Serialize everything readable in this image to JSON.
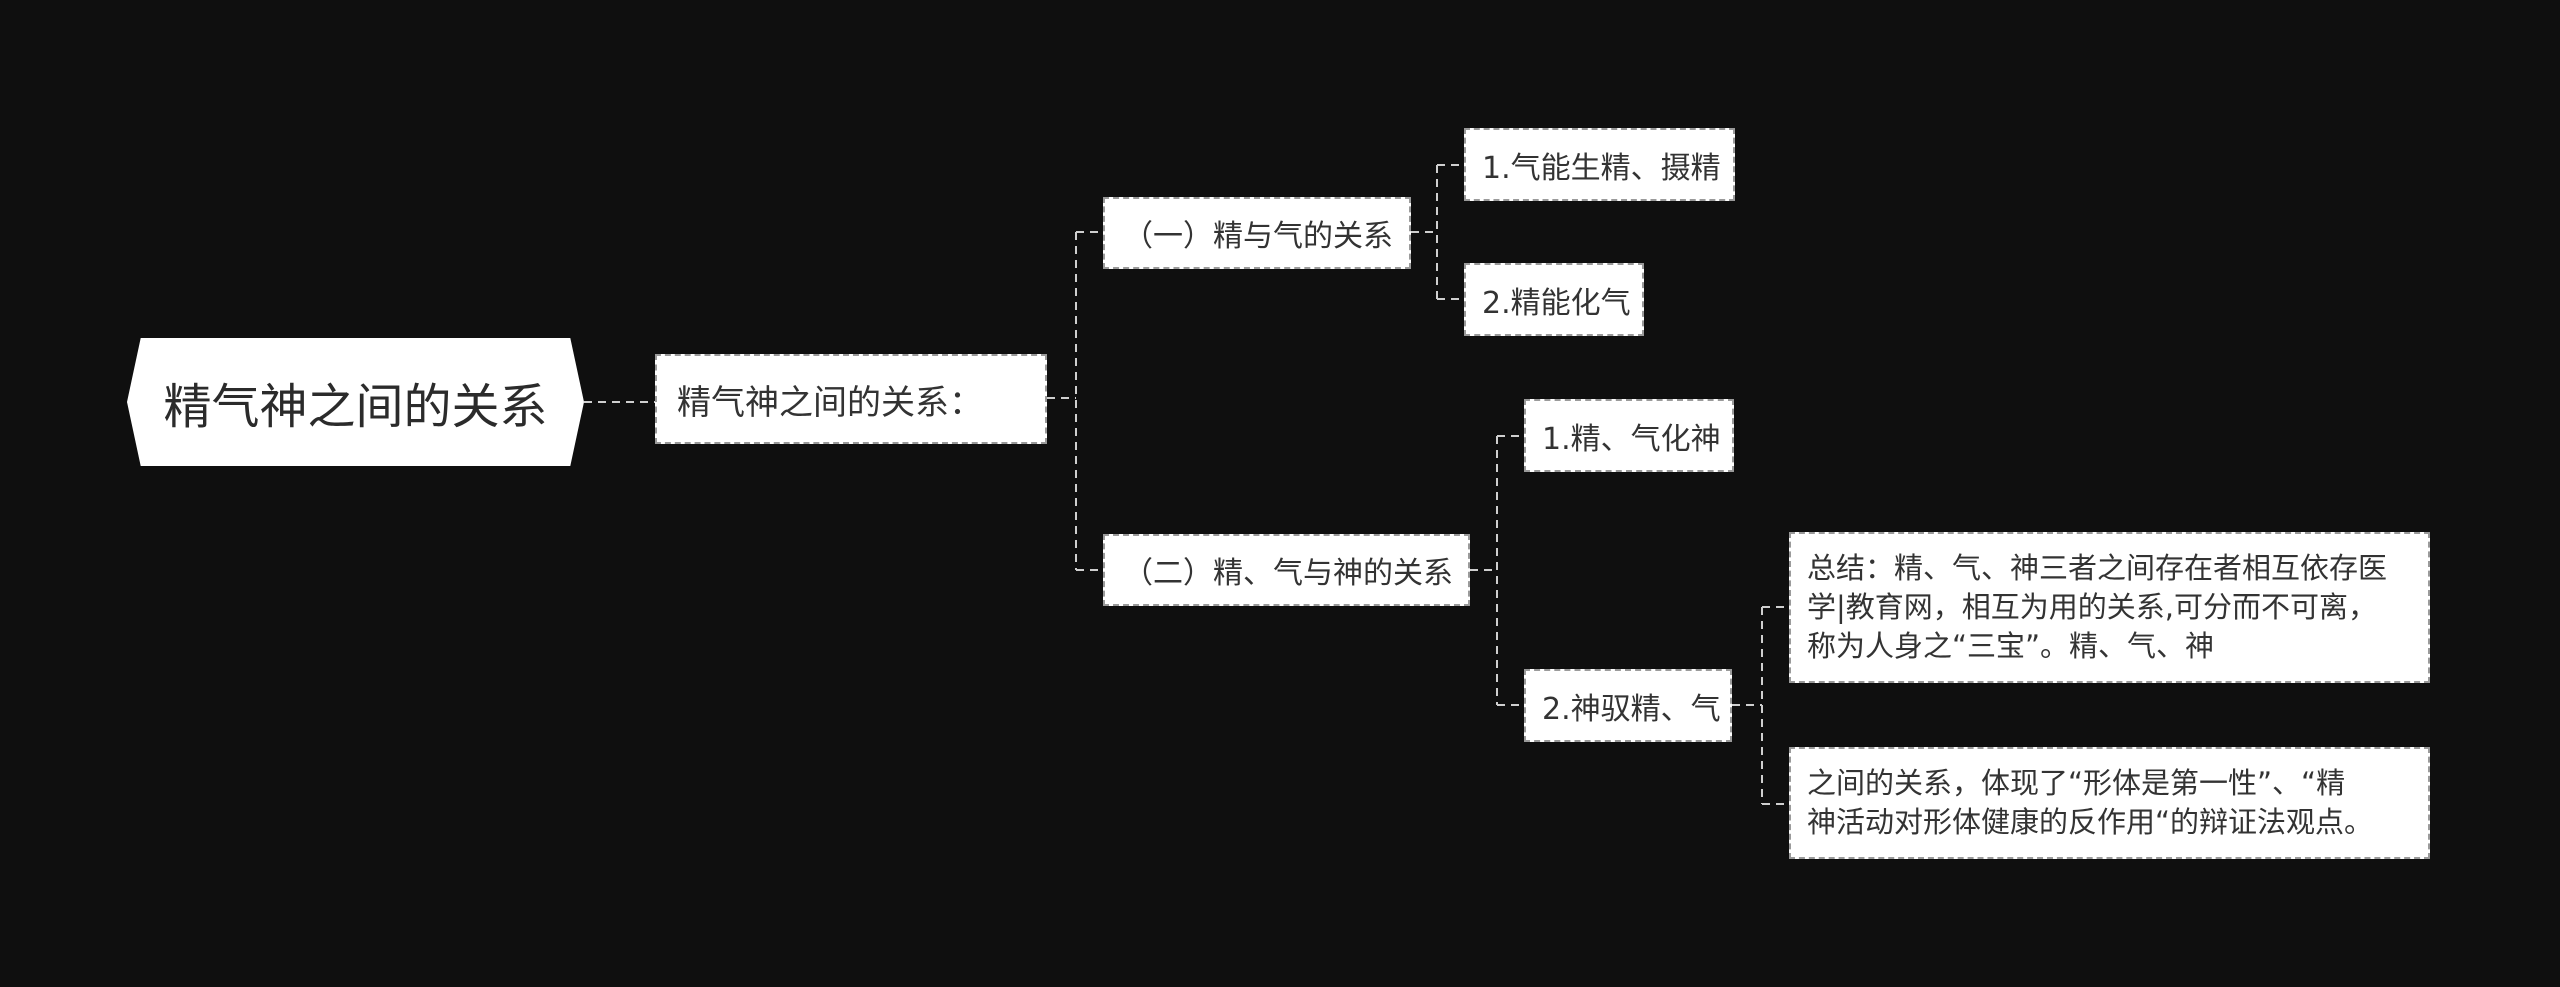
{
  "root": {
    "title": "精气神之间的关系"
  },
  "level1": {
    "label": "精气神之间的关系："
  },
  "branches": [
    {
      "label": "（一）精与气的关系",
      "children": [
        "1.气能生精、摄精",
        "2.精能化气"
      ]
    },
    {
      "label": "（二）精、气与神的关系",
      "children": [
        "1.精、气化神",
        "2.神驭精、气"
      ]
    }
  ],
  "notes": {
    "summary": [
      "总结：精、气、神三者之间存在者相互依存医",
      "学|教育网，相互为用的关系,可分而不可离，",
      "称为人身之“三宝”。精、气、神"
    ],
    "conclusion": [
      "之间的关系，体现了“形体是第一性”、“精",
      "神活动对形体健康的反作用“的辩证法观点。"
    ]
  },
  "colors": {
    "background": "#0f0f0f",
    "node": "#ffffff",
    "line": "#cfcfcf"
  }
}
